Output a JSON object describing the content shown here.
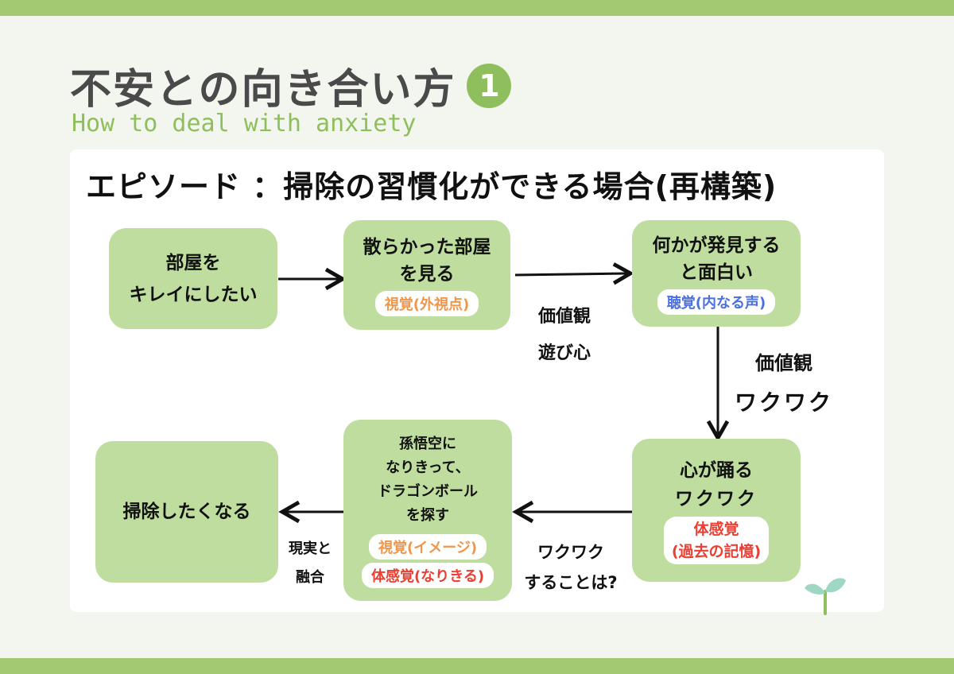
{
  "page": {
    "title": "不安との向き合い方",
    "number": "1",
    "subtitle": "How to deal with anxiety",
    "heading": "エピソード ：掃除の習慣化ができる場合(再構築)"
  },
  "boxes": {
    "b1": {
      "line1": "部屋を",
      "line2": "キレイにしたい"
    },
    "b2": {
      "line1": "散らかった部屋",
      "line2": "を見る",
      "pill": "視覚(外視点)"
    },
    "b3": {
      "line1": "何かが発見する",
      "line2": "と面白い",
      "pill": "聴覚(内なる声)"
    },
    "b4": {
      "line1": "心が踊る",
      "line2": "ワクワク",
      "pill1": "体感覚",
      "pill2": "(過去の記憶)"
    },
    "b5": {
      "line1": "孫悟空に",
      "line2": "なりきって、",
      "line3": "ドラゴンボール",
      "line4": "を探す",
      "pill1": "視覚(イメージ)",
      "pill2": "体感覚(なりきる)"
    },
    "b6": {
      "line1": "掃除したくなる"
    }
  },
  "labels": {
    "a23_1": "価値観",
    "a23_2": "遊び心",
    "a34_1": "価値観",
    "a34_2": "ワクワク",
    "a45_1": "ワクワク",
    "a45_2": "することは?",
    "a56_1": "現実と",
    "a56_2": "融合"
  },
  "colors": {
    "band": "#a3ca72",
    "box": "#bedd9e",
    "accent": "#8fbf5c",
    "orange": "#f0964b",
    "blue": "#4a6fe0",
    "red": "#ea3f32"
  },
  "icons": {
    "sprout": "sprout-icon"
  }
}
